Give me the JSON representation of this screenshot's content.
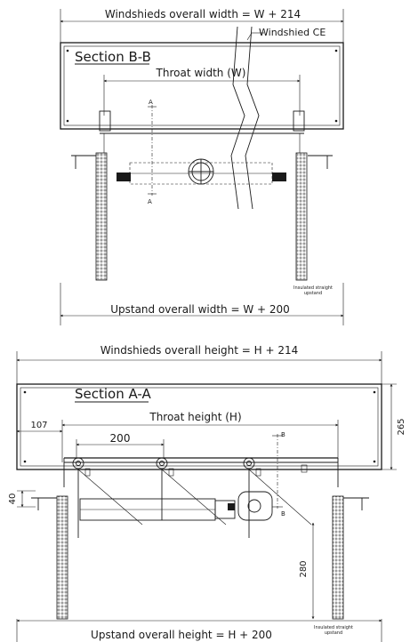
{
  "section_bb": {
    "title": "Section B-B",
    "windshield_width_label": "Windshieds overall width = W + 214",
    "windshield_ce_label": "Windshied CE",
    "throat_width_label": "Throat width (W)",
    "marker_a_top": "A",
    "marker_a_bottom": "A",
    "insulated_label_line1": "Insulated straight",
    "insulated_label_line2": "upstand",
    "upstand_width_label": "Upstand overall width = W + 200"
  },
  "section_aa": {
    "title": "Section A-A",
    "windshield_height_label": "Windshieds overall height = H + 214",
    "throat_height_label": "Throat height (H)",
    "dim_107": "107",
    "dim_200": "200",
    "dim_265": "265",
    "dim_40": "40",
    "dim_280": "280",
    "marker_b_top": "B",
    "marker_b_bottom": "B",
    "insulated_label_line1": "Insulated straight",
    "insulated_label_line2": "upstand",
    "upstand_height_label": "Upstand overall height = H + 200"
  }
}
